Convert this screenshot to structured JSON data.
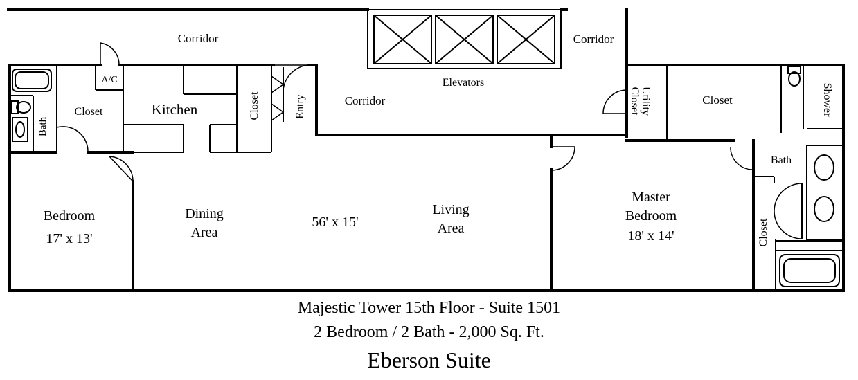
{
  "plan": {
    "corridor_left": "Corridor",
    "corridor_right": "Corridor",
    "corridor_inner": "Corridor",
    "elevators": "Elevators",
    "ac": "A/C",
    "closet_left": "Closet",
    "bath_left": "Bath",
    "kitchen": "Kitchen",
    "closet_kitchen": "Closet",
    "entry": "Entry",
    "bedroom_name": "Bedroom",
    "bedroom_size": "17' x 13'",
    "dining_1": "Dining",
    "dining_2": "Area",
    "main_size": "56' x 15'",
    "living_1": "Living",
    "living_2": "Area",
    "utility_1": "Utility",
    "utility_2": "Closet",
    "closet_master": "Closet",
    "shower": "Shower",
    "bath_master": "Bath",
    "closet_bath": "Closet",
    "master_1": "Master",
    "master_2": "Bedroom",
    "master_size": "18' x 14'"
  },
  "caption": {
    "line1": "Majestic Tower 15th Floor - Suite 1501",
    "line2": "2 Bedroom / 2 Bath - 2,000 Sq. Ft.",
    "title": "Eberson Suite"
  }
}
